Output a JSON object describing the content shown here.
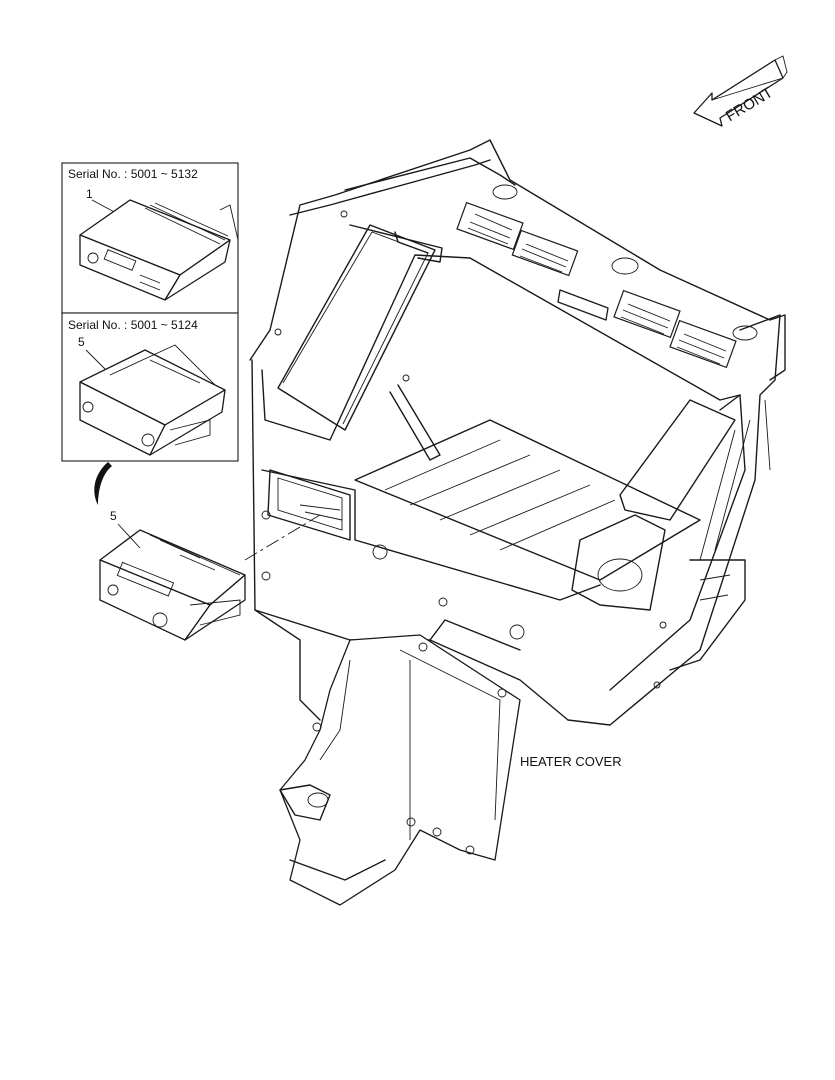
{
  "inset_top": {
    "serial_text": "Serial No. : 5001 ~ 5132",
    "callout": "1"
  },
  "inset_bottom": {
    "serial_text": "Serial No. : 5001 ~ 5124",
    "callout": "5"
  },
  "main_callout": "5",
  "front_label": "FRONT",
  "heater_label": "HEATER COVER"
}
